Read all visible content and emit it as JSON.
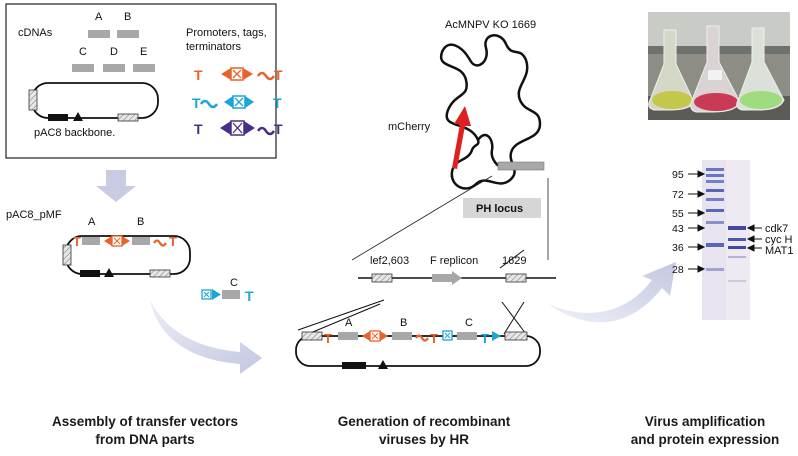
{
  "panel_left": {
    "cdnas_label": "cDNAs",
    "cdna_letters": [
      "A",
      "B",
      "C",
      "D",
      "E"
    ],
    "parts_label_line1": "Promoters, tags,",
    "parts_label_line2": "terminators",
    "backbone_label": "pAC8 backbone.",
    "assembled_label": "pAC8_pMF",
    "assembled_letters": [
      "A",
      "B"
    ],
    "extra_letter": "C"
  },
  "panel_middle": {
    "genome_label": "AcMNPV KO 1669",
    "mcherry_label": "mCherry",
    "locus_label": "PH locus",
    "lef_label": "lef2,603",
    "freplicon_label": "F replicon",
    "struck_label": "1629",
    "vector_letters": [
      "A",
      "B",
      "C"
    ]
  },
  "panel_right": {
    "mw_markers": [
      "95",
      "72",
      "55",
      "43",
      "36",
      "28"
    ],
    "band_labels": [
      "cdk7",
      "cyc H",
      "MAT1"
    ]
  },
  "captions": {
    "left_line1": "Assembly of transfer vectors",
    "left_line2": "from DNA parts",
    "middle_line1": "Generation of recombinant",
    "middle_line2": "viruses by HR",
    "right_line1": "Virus amplification",
    "right_line2": "and protein expression"
  },
  "colors": {
    "orange": "#e8622a",
    "blue": "#1aa6d6",
    "purple": "#4b2d86",
    "mcherry_red": "#e02020",
    "gray_part": "#a8a8a8",
    "arrow_lavender": "#c9cbe3"
  }
}
